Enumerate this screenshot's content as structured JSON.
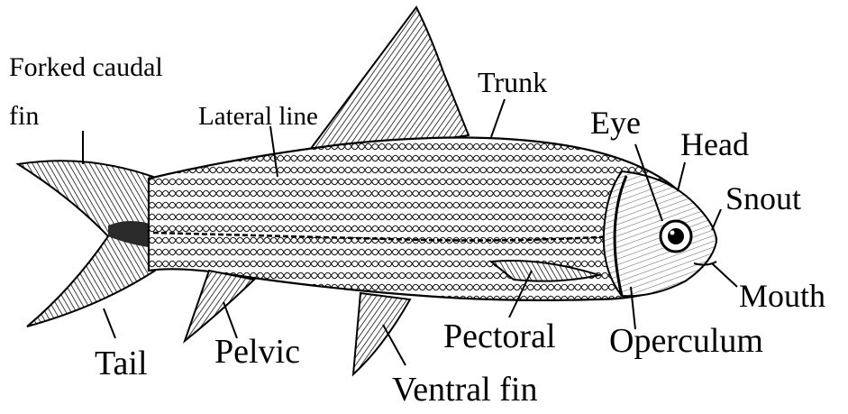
{
  "labels": {
    "forked_caudal_fin_line1": "Forked caudal",
    "forked_caudal_fin_line2": "fin",
    "lateral_line": "Lateral line",
    "trunk": "Trunk",
    "eye": "Eye",
    "head": "Head",
    "snout": "Snout",
    "mouth": "Mouth",
    "tail": "Tail",
    "pelvic": "Pelvic",
    "pectoral": "Pectoral",
    "operculum": "Operculum",
    "ventral_fin": "Ventral fin"
  },
  "colors": {
    "ink": "#000000",
    "background": "#ffffff",
    "shade": "#2a2a2a"
  }
}
